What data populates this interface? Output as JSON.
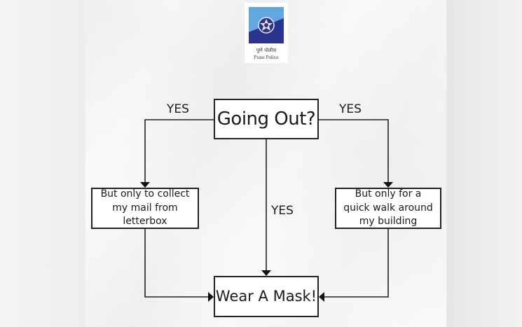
{
  "logo": {
    "icon": "police-star-emblem-icon",
    "marathi_text": "पुणे पोलीस",
    "name": "Pune Police",
    "colors": {
      "blue": "#2b3590",
      "light_blue": "#62a8e0",
      "star": "#e8e8e8"
    }
  },
  "flowchart": {
    "start": "Going Out?",
    "left_condition": "But only to collect my mail from letterbox",
    "right_condition": "But only for a quick walk around my building",
    "result": "Wear A Mask!",
    "edge_labels": {
      "left": "YES",
      "right": "YES",
      "center": "YES"
    }
  }
}
